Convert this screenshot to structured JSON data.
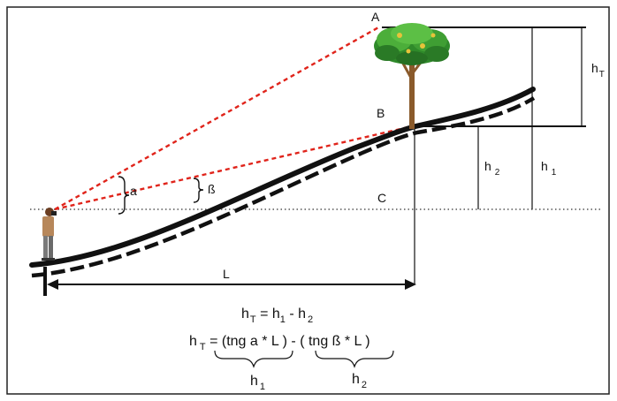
{
  "points": {
    "A": "A",
    "B": "B",
    "C": "C"
  },
  "angles": {
    "alpha": "a",
    "beta": "ß"
  },
  "distance_label": "L",
  "heights": {
    "hT": {
      "base": "h",
      "sub": "T"
    },
    "h1": {
      "base": "h",
      "sub": "1"
    },
    "h2": {
      "base": "h",
      "sub": "2"
    }
  },
  "formula": {
    "line1": {
      "lhs": "h",
      "lhs_sub": "T",
      "eq": " = h",
      "a_sub": "1",
      "minus": " - h",
      "b_sub": "2"
    },
    "line2": {
      "lhs": "h",
      "lhs_sub": "T",
      "eq": " = ",
      "term1": "(tng a * L )",
      "minus": " - ",
      "term2": "( tng ß * L )"
    },
    "under1": {
      "base": "h",
      "sub": "1"
    },
    "under2": {
      "base": "h",
      "sub": "2"
    }
  },
  "colors": {
    "ground": "#111111",
    "sightline": "#e0241b",
    "horizon": "#555555",
    "frame": "#222222"
  },
  "icons": [
    "observer-person-icon",
    "tree-icon"
  ]
}
